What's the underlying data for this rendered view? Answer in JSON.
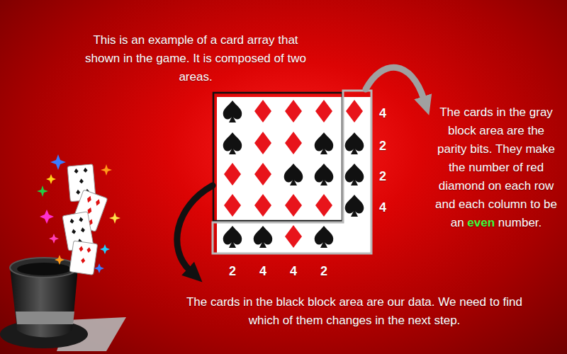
{
  "diagram": {
    "labels": [
      "This is an example of a card array that shown in the game. It is composed of two areas.",
      "4",
      "2",
      "2",
      "4",
      "The cards in the gray block area are the parity bits. They make the number of red diamond on each row and each column to be an",
      "even",
      "number.",
      "2",
      "4",
      "4",
      "2",
      "The cards in the black block area are our data. We need to find which of them changes in the next step."
    ]
  }
}
